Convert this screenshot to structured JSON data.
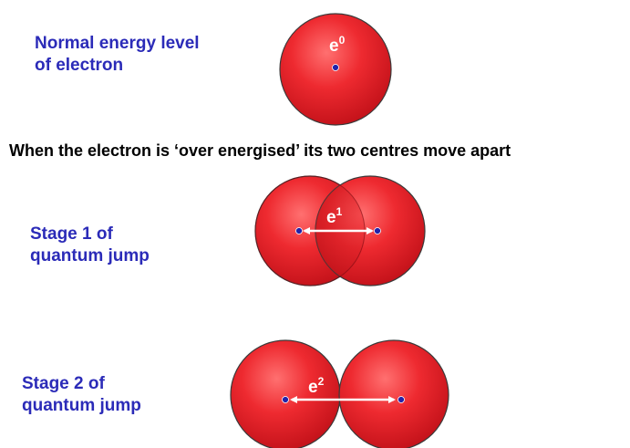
{
  "labels": {
    "normal_line1": "Normal energy  level",
    "normal_line2": "of electron",
    "stage1_line1": "Stage 1 of",
    "stage1_line2": "quantum jump",
    "stage2_line1": "Stage 2 of",
    "stage2_line2": "quantum jump"
  },
  "heading": "When the electron is ‘over energised’ its two centres move apart",
  "electrons": {
    "e0": {
      "base": "e",
      "superscript": "0"
    },
    "e1": {
      "base": "e",
      "superscript": "1"
    },
    "e2": {
      "base": "e",
      "superscript": "2"
    }
  },
  "colors": {
    "sphere_fill": "#e8202a",
    "sphere_highlight": "#ff6b6b",
    "sphere_shade": "#b80d14",
    "outline": "#3a3a3a",
    "center_dot": "#2222aa",
    "arrow": "#ffffff",
    "label_text": "#2b2bb8",
    "heading_text": "#000000"
  }
}
